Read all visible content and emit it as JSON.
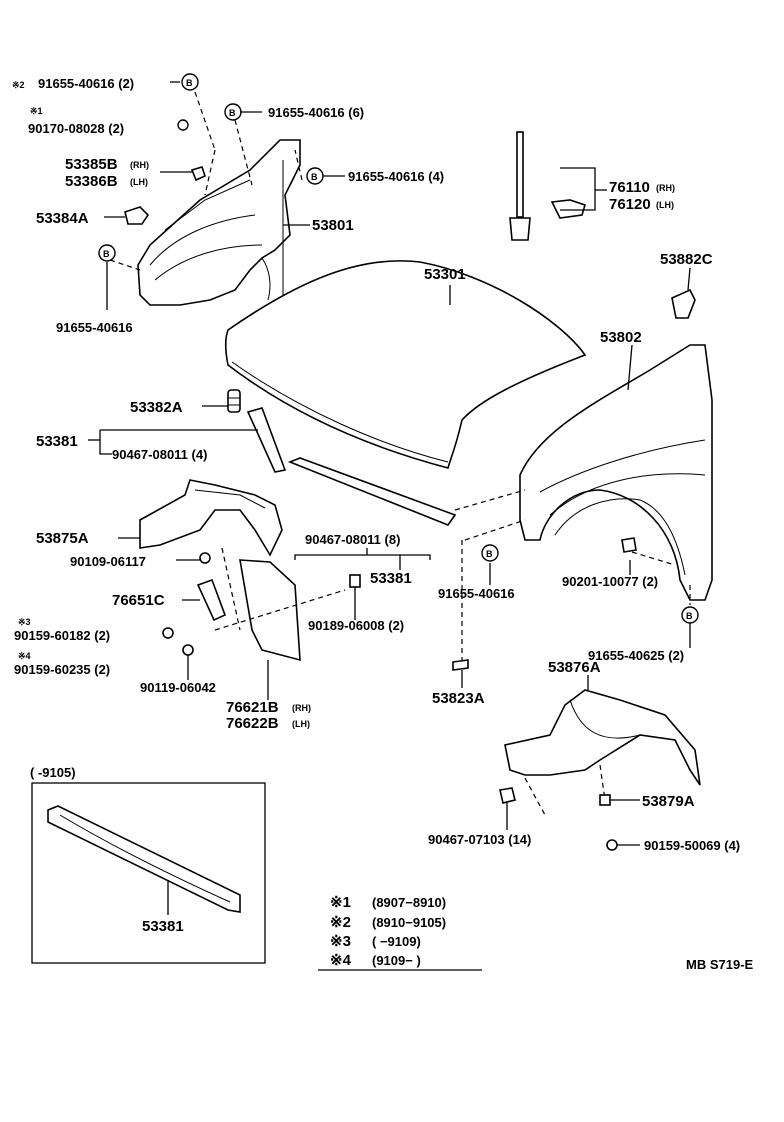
{
  "labels": {
    "n2_top": "91655-40616 (2)",
    "n2_mark": "※2",
    "n1_mark": "※1",
    "n1_part": "90170-08028 (2)",
    "bolt_6": "91655-40616 (6)",
    "bolt_4": "91655-40616 (4)",
    "p53385b": "53385B",
    "p53385b_sfx": "(RH)",
    "p53386b": "53386B",
    "p53386b_sfx": "(LH)",
    "p53384a": "53384A",
    "p53801": "53801",
    "p91655_left": "91655-40616",
    "p76110": "76110",
    "p76110_sfx": "(RH)",
    "p76120": "76120",
    "p76120_sfx": "(LH)",
    "p53301": "53301",
    "p53882c": "53882C",
    "p53802": "53802",
    "p53382a": "53382A",
    "p53381_a": "53381",
    "p90467_4": "90467-08011 (4)",
    "p53875a": "53875A",
    "p90467_8": "90467-08011 (8)",
    "p90109": "90109-06117",
    "p53381_b": "53381",
    "p91655_mid": "91655-40616",
    "p90201": "90201-10077 (2)",
    "p76651c": "76651C",
    "p90189": "90189-06008 (2)",
    "n3_mark": "※3",
    "p90159_182": "90159-60182 (2)",
    "n4_mark": "※4",
    "p90159_235": "90159-60235 (2)",
    "p90119": "90119-06042",
    "p91655_625": "91655-40625 (2)",
    "p76621b": "76621B",
    "p76621b_sfx": "(RH)",
    "p76622b": "76622B",
    "p76622b_sfx": "(LH)",
    "p53823a": "53823A",
    "p53876a": "53876A",
    "inset_range": "(        -9105)",
    "p53879a": "53879A",
    "p90467_14": "90467-07103 (14)",
    "p90159_069": "90159-50069 (4)",
    "p53381_inset": "53381",
    "bolt_letter": "B",
    "code": "MB S719-E"
  },
  "footnotes": [
    {
      "mark": "※1",
      "range": "(8907−8910)"
    },
    {
      "mark": "※2",
      "range": "(8910−9105)"
    },
    {
      "mark": "※3",
      "range": "(        −9109)"
    },
    {
      "mark": "※4",
      "range": "(9109−        )"
    }
  ]
}
